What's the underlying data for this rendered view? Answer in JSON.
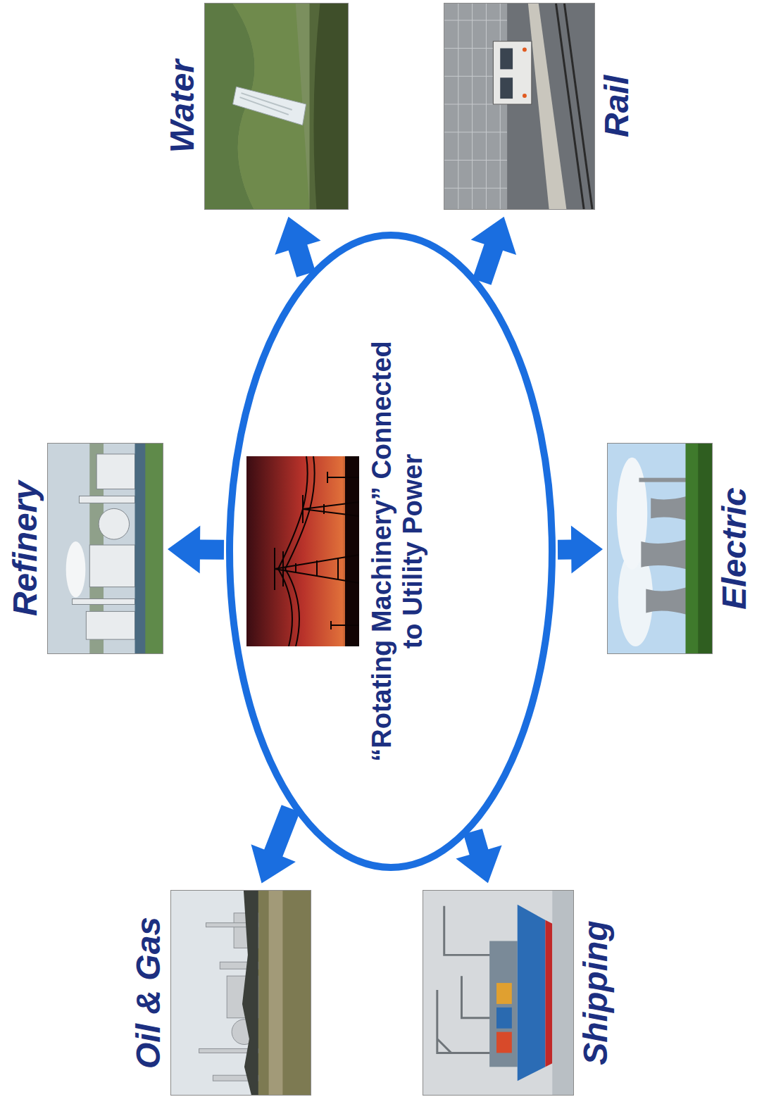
{
  "diagram": {
    "nodes": [
      {
        "text": [
          "“Rotating Machinery” Connected to Utility Power"
        ]
      },
      {
        "text": [
          "Oil & Gas"
        ]
      },
      {
        "text": [
          "Refinery"
        ]
      },
      {
        "text": [
          "Water"
        ]
      },
      {
        "text": [
          "Shipping"
        ]
      },
      {
        "text": [
          "Electric"
        ]
      },
      {
        "text": [
          "Rail"
        ]
      }
    ],
    "edges": [
      {
        "from": 0,
        "to": 1,
        "arrow": "to"
      },
      {
        "from": 0,
        "to": 2,
        "arrow": "to"
      },
      {
        "from": 0,
        "to": 3,
        "arrow": "to"
      },
      {
        "from": 0,
        "to": 4,
        "arrow": "to"
      },
      {
        "from": 0,
        "to": 5,
        "arrow": "to"
      },
      {
        "from": 0,
        "to": 6,
        "arrow": "to"
      }
    ]
  }
}
